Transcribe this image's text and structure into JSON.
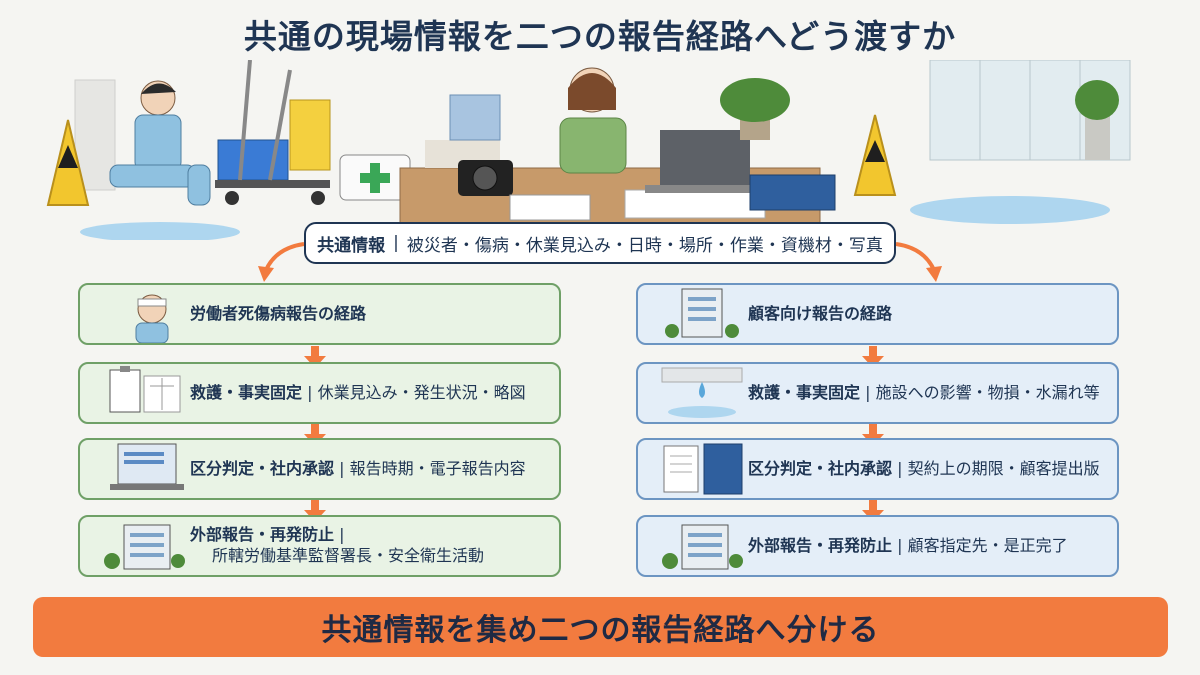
{
  "title": "共通の現場情報を二つの報告経路へどう渡すか",
  "common": {
    "label": "共通情報",
    "items": "被災者・傷病・休業見込み・日時・場所・作業・資機材・写真"
  },
  "left_path": {
    "header": "労働者死傷病報告の経路",
    "step1_main": "救護・事実固定",
    "step1_detail": "休業見込み・発生状況・略図",
    "step2_main": "区分判定・社内承認",
    "step2_detail": "報告時期・電子報告内容",
    "step3_main": "外部報告・再発防止",
    "step3_detail": "所轄労働基準監督署長・安全衛生活動"
  },
  "right_path": {
    "header": "顧客向け報告の経路",
    "step1_main": "救護・事実固定",
    "step1_detail": "施設への影響・物損・水漏れ等",
    "step2_main": "区分判定・社内承認",
    "step2_detail": "契約上の期限・顧客提出版",
    "step3_main": "外部報告・再発防止",
    "step3_detail": "顧客指定先・是正完了"
  },
  "banner": "共通情報を集め二つの報告経路へ分ける",
  "colors": {
    "navy": "#1f3553",
    "orange": "#f27b3f",
    "green_border": "#6fa067",
    "green_fill": "#e9f3e5",
    "blue_border": "#6c95c2",
    "blue_fill": "#e4eef8"
  }
}
